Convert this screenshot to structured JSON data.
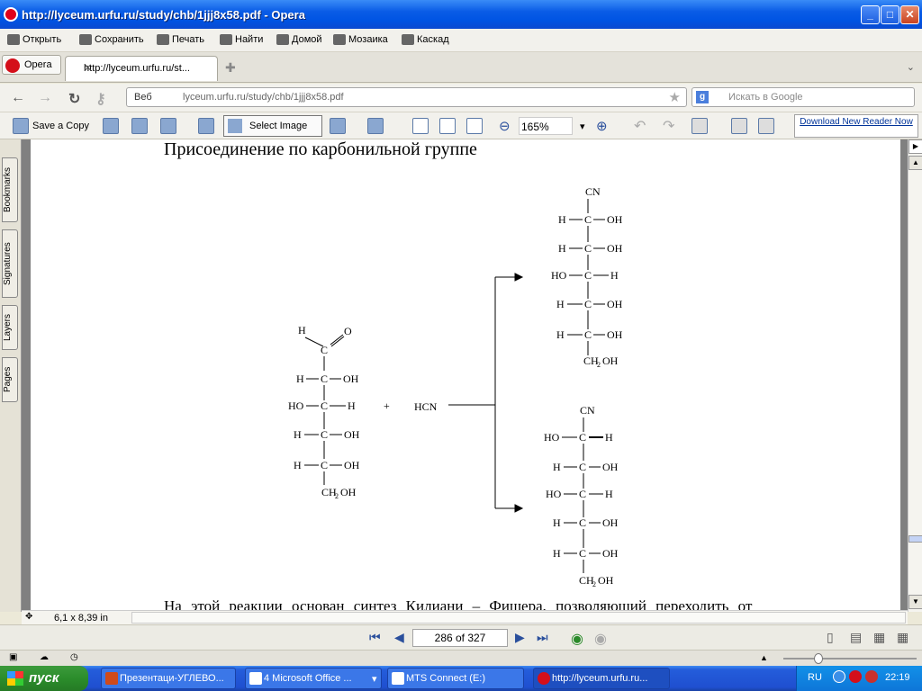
{
  "window": {
    "title": "http://lyceum.urfu.ru/study/chb/1jjj8x58.pdf - Opera"
  },
  "menu": {
    "items": [
      "Открыть",
      "Сохранить",
      "Печать",
      "Найти",
      "Домой",
      "Мозаика",
      "Каскад"
    ]
  },
  "tabs": {
    "opera_label": "Opera",
    "active_tab": "http://lyceum.urfu.ru/st..."
  },
  "address": {
    "web_label": "Веб",
    "url": "lyceum.urfu.ru/study/chb/1jjj8x58.pdf",
    "search_placeholder": "Искать в Google"
  },
  "pdf_toolbar": {
    "save_copy": "Save a Copy",
    "select_image": "Select Image",
    "zoom": "165%",
    "download": "Download New Reader Now"
  },
  "side_tabs": [
    "Bookmarks",
    "Signatures",
    "Layers",
    "Pages"
  ],
  "document": {
    "heading": "Присоединение по карбонильной группе",
    "bottom_text": "На этой реакции основан синтез Килиани – Фишера, позволяющий переходить от",
    "dimensions": "6,1 x 8,39 in",
    "plus": "+",
    "reagent": "HCN"
  },
  "navigation": {
    "page_display": "286 of 327"
  },
  "taskbar": {
    "start": "пуск",
    "items": [
      "Презентаци-УГЛЕВО...",
      "4 Microsoft Office ...",
      "MTS Connect (E:)",
      "http://lyceum.urfu.ru..."
    ],
    "lang": "RU",
    "time": "22:19"
  }
}
